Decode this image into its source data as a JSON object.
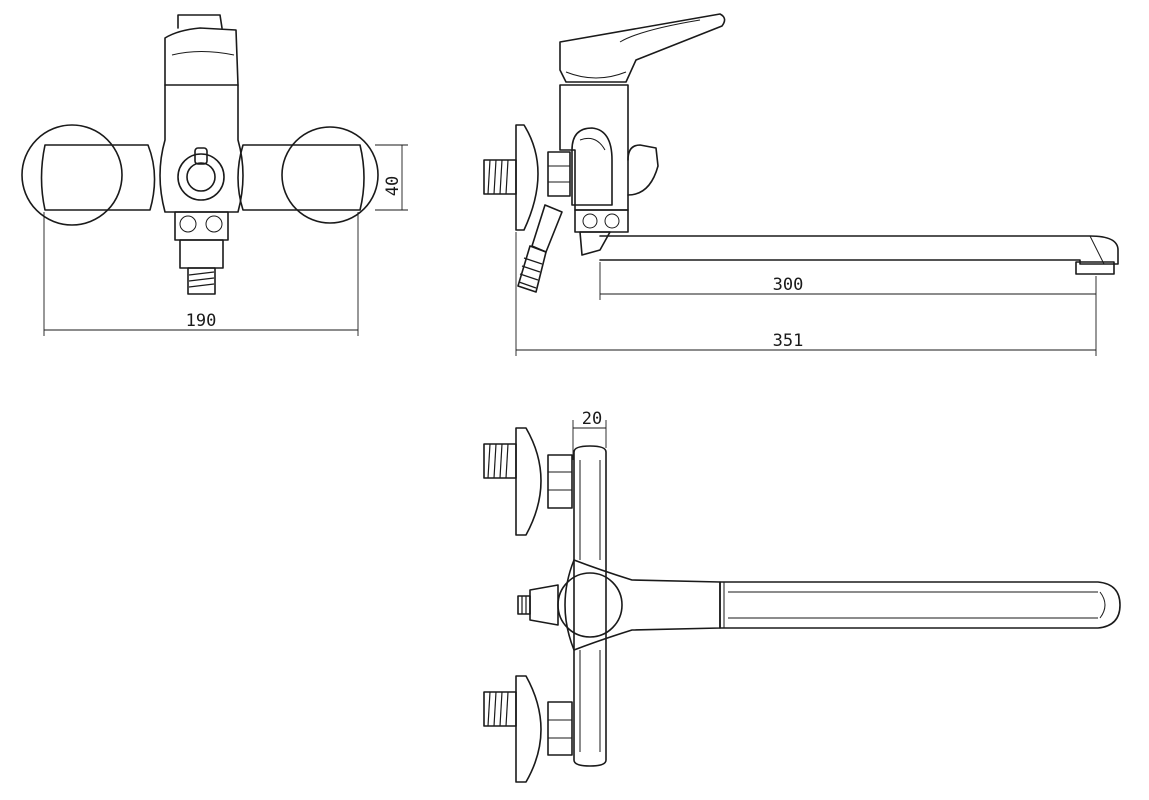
{
  "colors": {
    "line": "#1a1a1a",
    "background": "#ffffff"
  },
  "dimensions": {
    "front_height": "40",
    "front_width": "190",
    "spout_length": "300",
    "overall_length": "351",
    "body_offset": "20"
  }
}
